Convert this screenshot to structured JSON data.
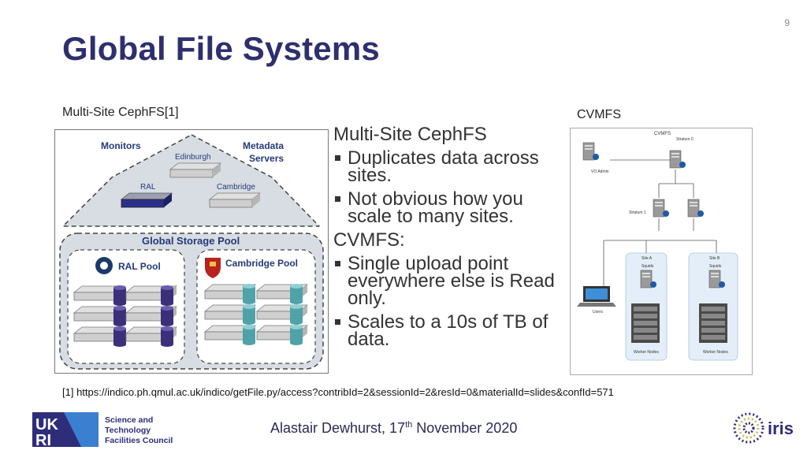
{
  "slide": {
    "page_number": "9",
    "title": "Global File Systems",
    "left_caption": "Multi-Site CephFS[1]",
    "right_caption": "CVMFS",
    "footnote": "[1] https://indico.ph.qmul.ac.uk/indico/getFile.py/access?contribId=2&sessionId=2&resId=0&materialId=slides&confId=571",
    "author": "Alastair Dewhurst, 17",
    "author_sup": "th",
    "author_date": " November 2020"
  },
  "bullets": {
    "heading1": "Multi-Site CephFS",
    "items1": [
      "Duplicates data across sites.",
      "Not obvious how you scale to many sites."
    ],
    "heading2": "CVMFS:",
    "items2": [
      "Single upload point everywhere else is Read only.",
      "Scales to a 10s of TB of data."
    ]
  },
  "ceph_diagram": {
    "monitors": "Monitors",
    "metadata_1": "Metadata",
    "metadata_2": "Servers",
    "edinburgh": "Edinburgh",
    "ral": "RAL",
    "cambridge": "Cambridge",
    "pool_title": "Global Storage Pool",
    "ral_pool": "RAL Pool",
    "cambridge_pool": "Cambridge Pool",
    "colors": {
      "title": "#243a7a",
      "pool_bg": "#d8dde3",
      "cylinder_purple": "#3c2f7a",
      "cylinder_teal": "#4fa3a8"
    }
  },
  "cvmfs_diagram": {
    "title": "CVMFS",
    "stratum0": "Stratum 0",
    "vo_admin": "VO Admin",
    "stratum1": "Stratum 1",
    "site_a": "Site A",
    "site_b": "Site B",
    "squids": "Squids",
    "users": "Users",
    "worker_nodes": "Worker Nodes",
    "colors": {
      "site_bg": "#e4eef8"
    }
  },
  "logos": {
    "stfc_line1": "Science and",
    "stfc_line2": "Technology",
    "stfc_line3": "Facilities Council",
    "iris": "iris"
  }
}
